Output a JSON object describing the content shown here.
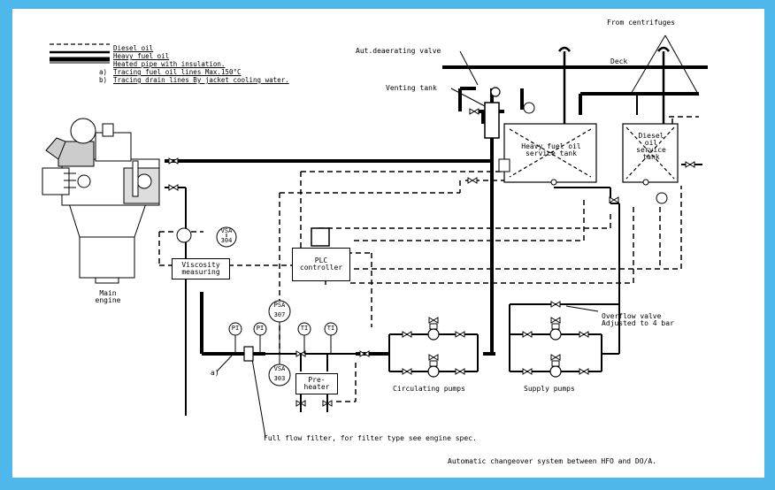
{
  "colors": {
    "background": "#4fb8ea",
    "panel": "#ffffff",
    "line": "#000000"
  },
  "legend": [
    {
      "label": "Diesel oil"
    },
    {
      "label": "Heavy fuel oil"
    },
    {
      "label": "Heated pipe with insulation."
    },
    {
      "prefix": "a)",
      "label": "Tracing fuel oil lines  Max.150°C"
    },
    {
      "prefix": "b)",
      "label": "Tracing drain lines  By jacket cooling water."
    }
  ],
  "labels": {
    "from_centrifuges": "From centrifuges",
    "deaerating_valve": "Aut.deaerating valve",
    "deck": "Deck",
    "venting_tank": "Venting tank",
    "hfo_tank": [
      "Heavy fuel oil",
      "service tank"
    ],
    "diesel_tank": [
      "Diesel",
      "oil",
      "service",
      "tank"
    ],
    "main_engine": [
      "Main",
      "engine"
    ],
    "vsa_304": [
      "VSA",
      "304"
    ],
    "viscosity": [
      "Viscosity",
      "measuring"
    ],
    "plc": [
      "PLC",
      "controller"
    ],
    "psa_307": [
      "PSA",
      "307"
    ],
    "vsa_303": [
      "VSA",
      "303"
    ],
    "pre_heater": [
      "Pre-",
      "heater"
    ],
    "pi_1": "PI",
    "pi_2": "PI",
    "ti_1": "TI",
    "ti_2": "TI",
    "a_mark": "a)",
    "circulating_pumps": "Circulating pumps",
    "supply_pumps": "Supply pumps",
    "overflow_valve": [
      "Overflow valve",
      "Adjusted to 4 bar"
    ],
    "full_flow_filter": "Full flow filter, for filter type see engine spec.",
    "caption": "Automatic changeover system between HFO and DO/A."
  }
}
